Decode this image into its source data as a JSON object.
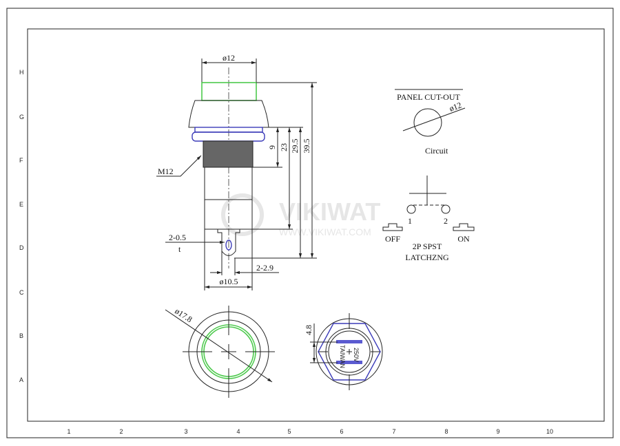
{
  "frame": {
    "rows": [
      "H",
      "G",
      "F",
      "E",
      "D",
      "C",
      "B",
      "A"
    ],
    "cols": [
      "1",
      "2",
      "3",
      "4",
      "5",
      "6",
      "7",
      "8",
      "9",
      "10"
    ]
  },
  "side_view": {
    "dia_top": "ø12",
    "thread": "M12",
    "terminal_thk": "2-0.5",
    "terminal_t": "t",
    "hole": "2-2.9",
    "dia_bottom": "ø10.5",
    "dims": [
      "9",
      "23",
      "29.5",
      "39.5"
    ]
  },
  "panel": {
    "title": "PANEL CUT-OUT",
    "dia": "ø12",
    "circuit_label": "Circuit"
  },
  "circuit": {
    "pin1": "1",
    "pin2": "2",
    "off": "OFF",
    "on": "ON",
    "type": "2P SPST",
    "mode": "LATCHZNG"
  },
  "front_view": {
    "dia": "ø17.8"
  },
  "rear_view": {
    "spacing": "4.8",
    "marking1": "TAIWAN",
    "marking2": "250V"
  },
  "watermark": {
    "brand": "VIKIWAT",
    "url": "WWW.VIKIWAT.COM"
  },
  "colors": {
    "green": "#4cc94c",
    "blue": "#3b3bb8"
  }
}
